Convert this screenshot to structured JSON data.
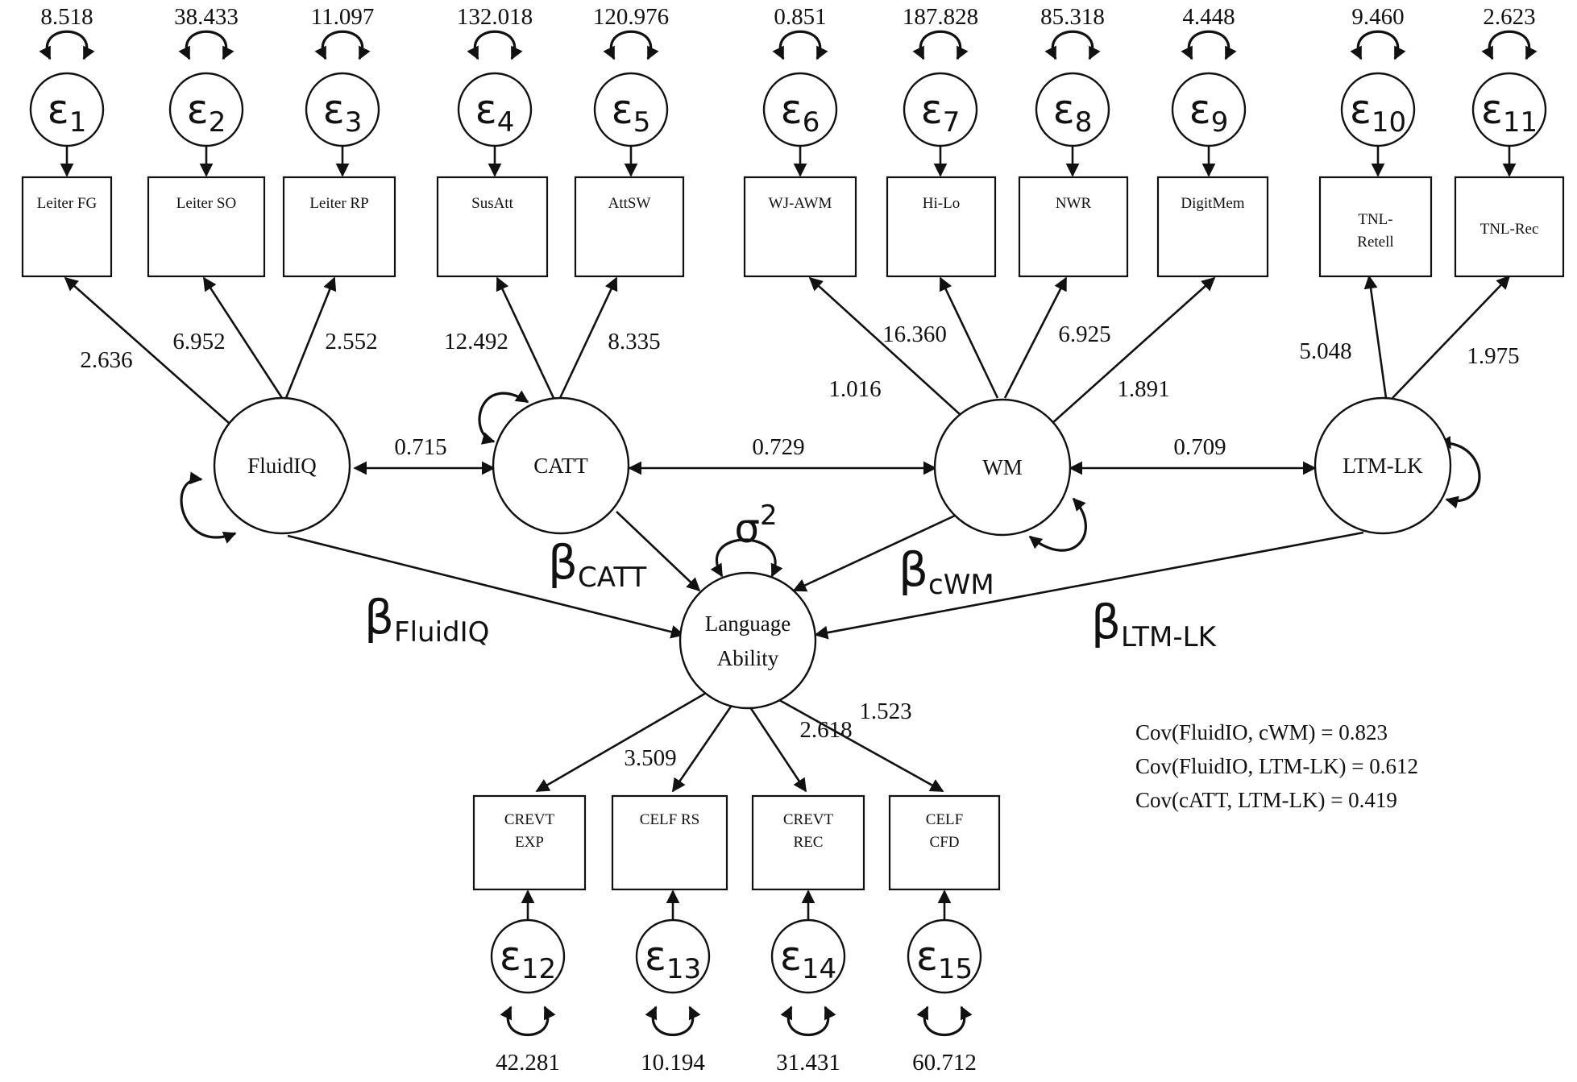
{
  "errors": [
    {
      "id": "1",
      "variance": "8.518"
    },
    {
      "id": "2",
      "variance": "38.433"
    },
    {
      "id": "3",
      "variance": "11.097"
    },
    {
      "id": "4",
      "variance": "132.018"
    },
    {
      "id": "5",
      "variance": "120.976"
    },
    {
      "id": "6",
      "variance": "0.851"
    },
    {
      "id": "7",
      "variance": "187.828"
    },
    {
      "id": "8",
      "variance": "85.318"
    },
    {
      "id": "9",
      "variance": "4.448"
    },
    {
      "id": "10",
      "variance": "9.460"
    },
    {
      "id": "11",
      "variance": "2.623"
    },
    {
      "id": "12",
      "variance": "42.281"
    },
    {
      "id": "13",
      "variance": "10.194"
    },
    {
      "id": "14",
      "variance": "31.431"
    },
    {
      "id": "15",
      "variance": "60.712"
    }
  ],
  "indicators_top": [
    {
      "lines": [
        "Leiter FG"
      ]
    },
    {
      "lines": [
        "Leiter SO"
      ]
    },
    {
      "lines": [
        "Leiter RP"
      ]
    },
    {
      "lines": [
        "SusAtt"
      ]
    },
    {
      "lines": [
        "AttSW"
      ]
    },
    {
      "lines": [
        "WJ-AWM"
      ]
    },
    {
      "lines": [
        "Hi-Lo"
      ]
    },
    {
      "lines": [
        "NWR"
      ]
    },
    {
      "lines": [
        "DigitMem"
      ]
    },
    {
      "lines": [
        "TNL-",
        "Retell"
      ]
    },
    {
      "lines": [
        "TNL-Rec"
      ]
    }
  ],
  "indicators_bottom": [
    {
      "lines": [
        "CREVT",
        "EXP"
      ]
    },
    {
      "lines": [
        "CELF RS"
      ]
    },
    {
      "lines": [
        "CREVT",
        "REC"
      ]
    },
    {
      "lines": [
        "CELF",
        "CFD"
      ]
    }
  ],
  "latents": {
    "fluidiq": "FluidIQ",
    "catt": "CATT",
    "wm": "WM",
    "ltm": "LTM-LK",
    "language_line1": "Language",
    "language_line2": "Ability"
  },
  "loadings": {
    "l1": "2.636",
    "l2": "6.952",
    "l3": "2.552",
    "l4": "12.492",
    "l5": "8.335",
    "l6": "1.016",
    "l7": "16.360",
    "l8": "6.925",
    "l9": "1.891",
    "l10": "5.048",
    "l11": "1.975",
    "l12": "3.509",
    "l14": "2.618",
    "l15": "1.523"
  },
  "covariances": {
    "fluid_catt": "0.715",
    "catt_wm": "0.729",
    "wm_ltm": "0.709"
  },
  "symbols": {
    "epsilon": "ε",
    "beta": "β",
    "sigma": "σ",
    "sigma_sup": "2"
  },
  "betas": {
    "fluidiq": "FluidIQ",
    "catt": "CATT",
    "cwm": "cWM",
    "ltm": "LTM-LK"
  },
  "notes": [
    "Cov(FluidIO, cWM) = 0.823",
    "Cov(FluidIO, LTM-LK) = 0.612",
    "Cov(cATT, LTM-LK) = 0.419"
  ]
}
